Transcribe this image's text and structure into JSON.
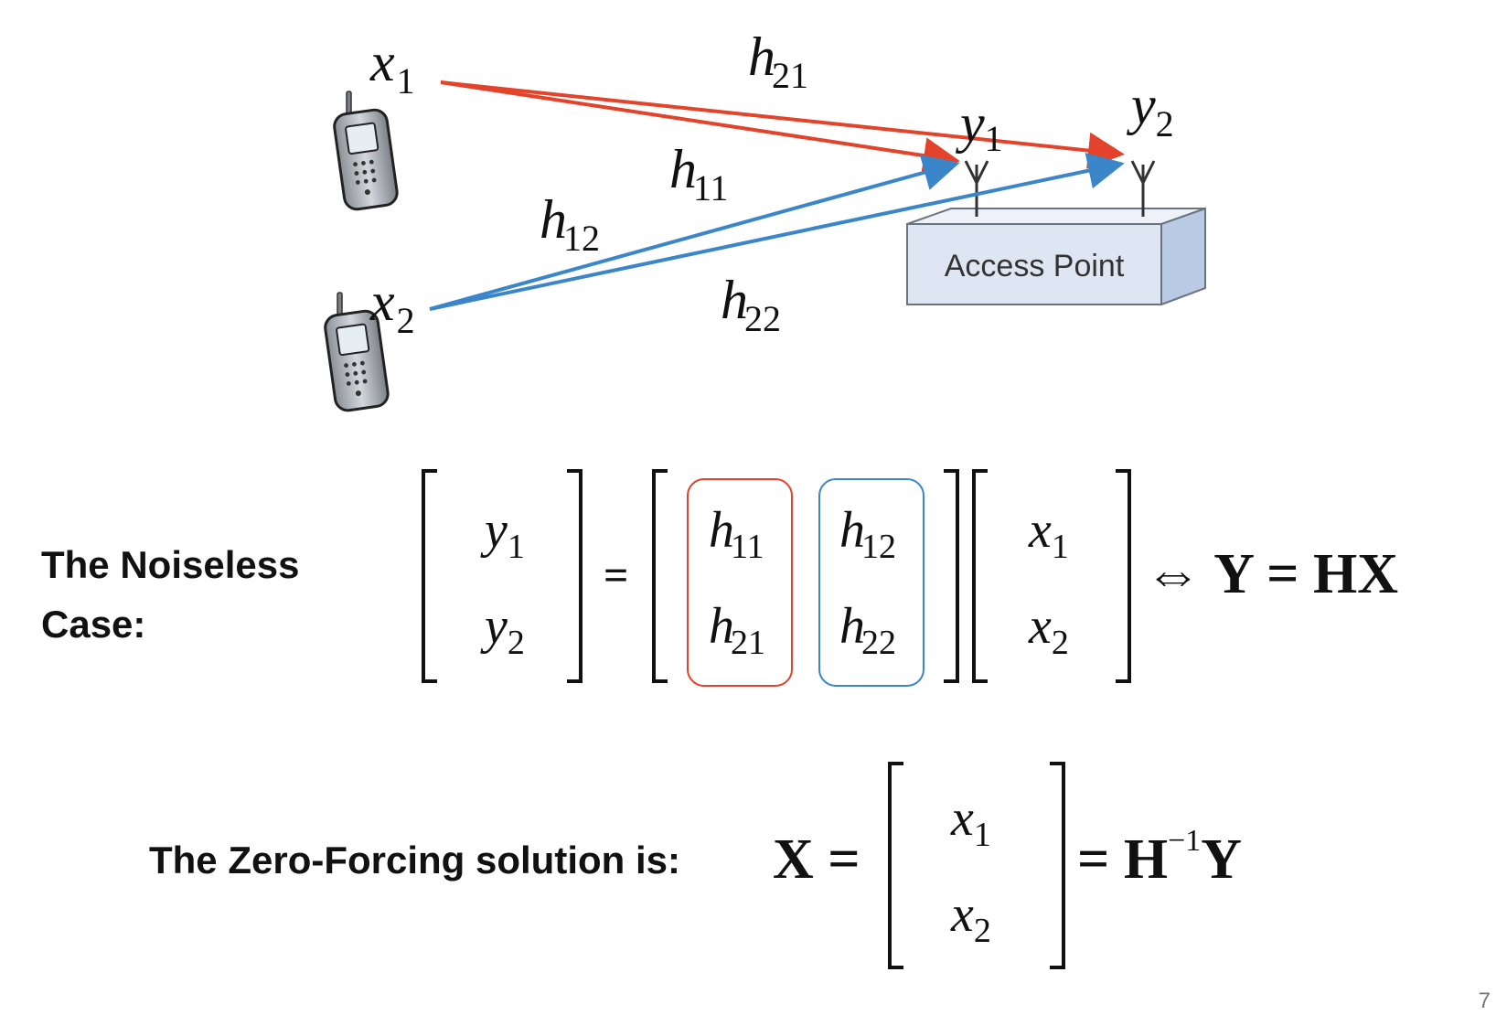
{
  "diagram": {
    "transmitters": [
      {
        "symbol": "x",
        "sub": "1"
      },
      {
        "symbol": "x",
        "sub": "2"
      }
    ],
    "receivers": [
      {
        "symbol": "y",
        "sub": "1"
      },
      {
        "symbol": "y",
        "sub": "2"
      }
    ],
    "channels": [
      {
        "symbol": "h",
        "sub": "21"
      },
      {
        "symbol": "h",
        "sub": "11"
      },
      {
        "symbol": "h",
        "sub": "12"
      },
      {
        "symbol": "h",
        "sub": "22"
      }
    ],
    "access_point_label": "Access Point",
    "colors": {
      "user1": "#e2432a",
      "user2": "#3b85c9",
      "ap_front": "#dde6f2",
      "ap_side": "#b9cbe4",
      "ap_stroke": "#6b7380"
    }
  },
  "equation1": {
    "label_line1": "The Noiseless",
    "label_line2": "Case:",
    "y_vector": [
      {
        "symbol": "y",
        "sub": "1"
      },
      {
        "symbol": "y",
        "sub": "2"
      }
    ],
    "equals": "=",
    "h_matrix": [
      [
        {
          "symbol": "h",
          "sub": "11"
        },
        {
          "symbol": "h",
          "sub": "12"
        }
      ],
      [
        {
          "symbol": "h",
          "sub": "21"
        },
        {
          "symbol": "h",
          "sub": "22"
        }
      ]
    ],
    "x_vector": [
      {
        "symbol": "x",
        "sub": "1"
      },
      {
        "symbol": "x",
        "sub": "2"
      }
    ],
    "compact": "⇔ Y = HX"
  },
  "equation2": {
    "label": "The Zero-Forcing solution is:",
    "lhs": "X =",
    "vector": [
      {
        "symbol": "x",
        "sub": "1"
      },
      {
        "symbol": "x",
        "sub": "2"
      }
    ],
    "rhs_prefix": "= H",
    "rhs_sup": "−1",
    "rhs_suffix": "Y"
  },
  "page_number": "7"
}
